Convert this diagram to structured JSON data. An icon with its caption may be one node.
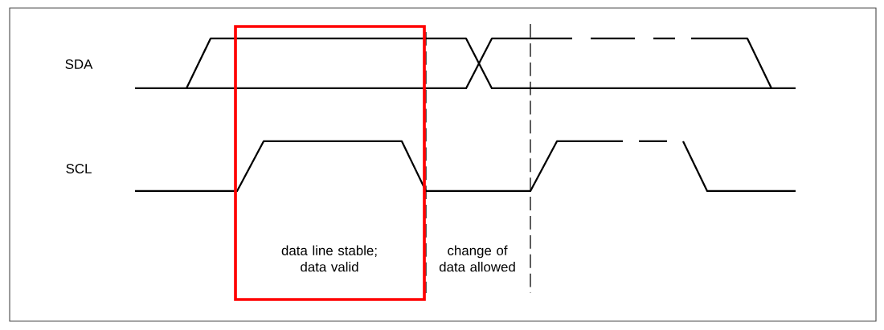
{
  "diagram": {
    "nodes": [
      {
        "text": [
          "data line stable; data valid"
        ]
      }
    ],
    "labels": [
      "SDA",
      "SCL",
      "change of data allowed"
    ]
  }
}
